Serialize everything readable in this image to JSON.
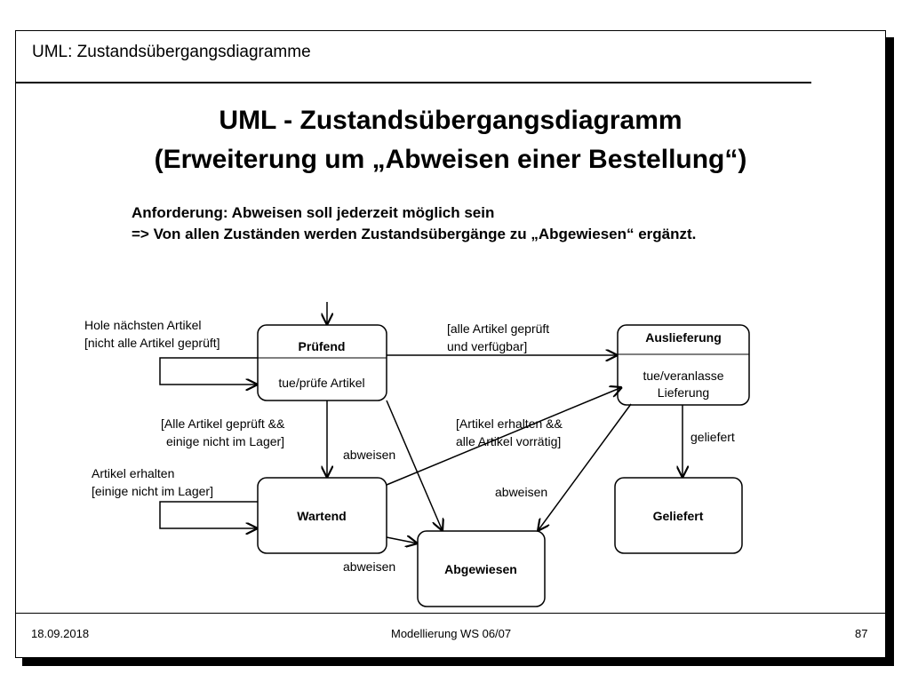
{
  "header": {
    "title": "UML: Zustandsübergangsdiagramme"
  },
  "title": {
    "line1": "UML - Zustandsübergangsdiagramm",
    "line2": "(Erweiterung um „Abweisen einer Bestellung“)"
  },
  "requirement": {
    "line1": "Anforderung: Abweisen soll jederzeit möglich sein",
    "line2": "=> Von allen Zuständen werden Zustandsübergänge zu „Abgewiesen“ ergänzt."
  },
  "states": {
    "pruefend": {
      "name": "Prüfend",
      "activity": "tue/prüfe Artikel"
    },
    "auslieferung": {
      "name": "Auslieferung",
      "activity1": "tue/veranlasse",
      "activity2": "Lieferung"
    },
    "wartend": {
      "name": "Wartend"
    },
    "geliefert": {
      "name": "Geliefert"
    },
    "abgewiesen": {
      "name": "Abgewiesen"
    }
  },
  "transitions": {
    "self_pruefend": {
      "line1": "Hole nächsten Artikel",
      "line2": "[nicht alle Artikel geprüft]"
    },
    "pruefend_to_auslieferung": {
      "line1": "[alle Artikel geprüft",
      "line2": "und verfügbar]"
    },
    "pruefend_to_wartend": {
      "line1": "[Alle Artikel geprüft &&",
      "line2": "einige nicht im Lager]"
    },
    "wartend_to_auslieferung": {
      "line1": "[Artikel erhalten &&",
      "line2": "alle Artikel vorrätig]"
    },
    "auslieferung_to_geliefert": "geliefert",
    "self_wartend": {
      "line1": "Artikel erhalten",
      "line2": "[einige nicht im Lager]"
    },
    "reject_pruefend": "abweisen",
    "reject_auslieferung": "abweisen",
    "reject_wartend": "abweisen"
  },
  "footer": {
    "date": "18.09.2018",
    "course": "Modellierung WS 06/07",
    "page": "87"
  }
}
